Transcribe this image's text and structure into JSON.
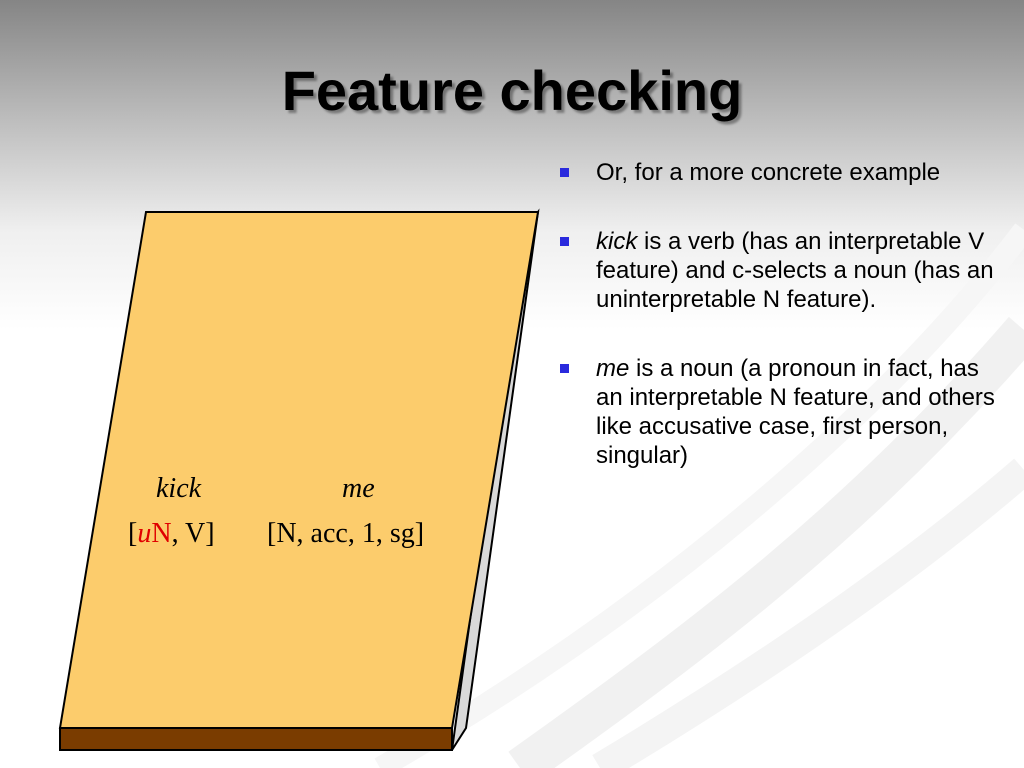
{
  "slide": {
    "title": "Feature checking"
  },
  "diagram": {
    "left_word": "kick",
    "right_word": "me",
    "left_open": "[",
    "left_u": "u",
    "left_n": "N",
    "left_rest": ", V]",
    "right_features": "[N, acc, 1, sg]",
    "colors": {
      "face": "#fccc6c",
      "base": "#7a3c00",
      "feature_highlight": "#e00000"
    }
  },
  "bullets": [
    {
      "em": "",
      "text": "Or, for a more concrete example"
    },
    {
      "em": "kick",
      "text": " is a verb (has an interpretable V feature) and c-selects a noun (has an uninterpretable N feature)."
    },
    {
      "em": "me",
      "text": " is a noun (a pronoun in fact, has an interpretable N feature, and others like accusative case, first person, singular)"
    }
  ],
  "theme": {
    "bullet_color": "#2a2add"
  }
}
